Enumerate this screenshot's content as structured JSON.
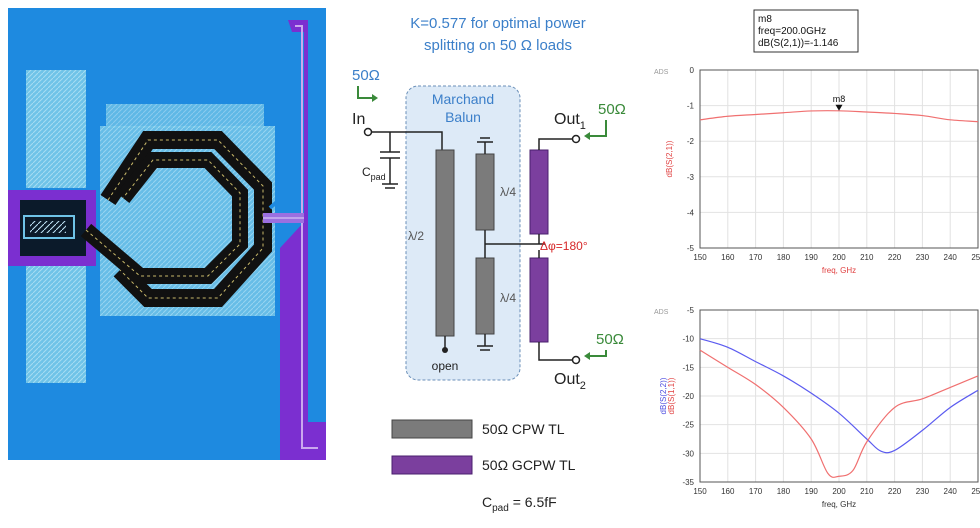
{
  "layout_panel": {
    "description_free": true
  },
  "schematic": {
    "title_line1": "K=0.577 for optimal power",
    "title_line2": "splitting on 50 Ω loads",
    "in_impedance": "50Ω",
    "in_label": "In",
    "cpad_label": "C",
    "cpad_sub": "pad",
    "balun_label_line1": "Marchand",
    "balun_label_line2": "Balun",
    "lambda_half": "λ/2",
    "lambda_quarter_top": "λ/4",
    "lambda_quarter_bottom": "λ/4",
    "phase_label": "Δφ=180°",
    "open_label": "open",
    "out1_label": "Out",
    "out1_sub": "1",
    "out1_impedance": "50Ω",
    "out2_label": "Out",
    "out2_sub": "2",
    "out2_impedance": "50Ω",
    "legend_cpw": "50Ω CPW TL",
    "legend_gcpw": "50Ω GCPW TL",
    "cpad_value_prefix": "C",
    "cpad_value_sub": "pad",
    "cpad_value": " = 6.5fF",
    "colors": {
      "cpw": "#7b7b7b",
      "gcpw": "#7b3f9e",
      "accent_text": "#3b7fc9",
      "phase": "#d62728",
      "arrow": "#3a8a3a"
    }
  },
  "chart_data": [
    {
      "type": "line",
      "brand": "ADS",
      "xlabel": "freq, GHz",
      "ylabel": "dB(S(2,1))",
      "xlim": [
        150,
        250
      ],
      "ylim": [
        -5,
        0
      ],
      "x_ticks": [
        150,
        160,
        170,
        180,
        190,
        200,
        210,
        220,
        230,
        240,
        250
      ],
      "y_ticks": [
        0,
        -1,
        -2,
        -3,
        -4,
        -5
      ],
      "grid": true,
      "series": [
        {
          "name": "dB(S(2,1))",
          "color": "#f07070",
          "x": [
            150,
            160,
            170,
            180,
            190,
            200,
            210,
            220,
            230,
            240,
            250
          ],
          "y": [
            -1.4,
            -1.3,
            -1.25,
            -1.2,
            -1.15,
            -1.146,
            -1.18,
            -1.22,
            -1.28,
            -1.4,
            -1.45
          ]
        }
      ],
      "marker": {
        "name": "m8",
        "freq_text": "freq=200.0GHz",
        "value_text": "dB(S(2,1))=-1.146",
        "x": 200,
        "y": -1.146
      }
    },
    {
      "type": "line",
      "brand": "ADS",
      "xlabel": "freq, GHz",
      "ylabel_1": "dB(S(2,2))",
      "ylabel_2": "dB(S(1,1))",
      "xlim": [
        150,
        250
      ],
      "ylim": [
        -35,
        -5
      ],
      "x_ticks": [
        150,
        160,
        170,
        180,
        190,
        200,
        210,
        220,
        230,
        240,
        250
      ],
      "y_ticks": [
        -5,
        -10,
        -15,
        -20,
        -25,
        -30,
        -35
      ],
      "grid": true,
      "series": [
        {
          "name": "dB(S(2,2))",
          "color": "#5b5bf0",
          "x": [
            150,
            160,
            170,
            180,
            190,
            200,
            210,
            215,
            220,
            230,
            240,
            250
          ],
          "y": [
            -10,
            -11.5,
            -14,
            -16.5,
            -19.5,
            -23,
            -27.5,
            -29.6,
            -29.5,
            -26,
            -22,
            -19
          ]
        },
        {
          "name": "dB(S(1,1))",
          "color": "#f07070",
          "x": [
            150,
            160,
            170,
            180,
            190,
            196,
            200,
            205,
            210,
            220,
            230,
            240,
            250
          ],
          "y": [
            -12,
            -15,
            -18,
            -22,
            -27.5,
            -33.5,
            -34,
            -33,
            -28,
            -22,
            -20.5,
            -18.5,
            -16.5
          ]
        }
      ]
    }
  ]
}
